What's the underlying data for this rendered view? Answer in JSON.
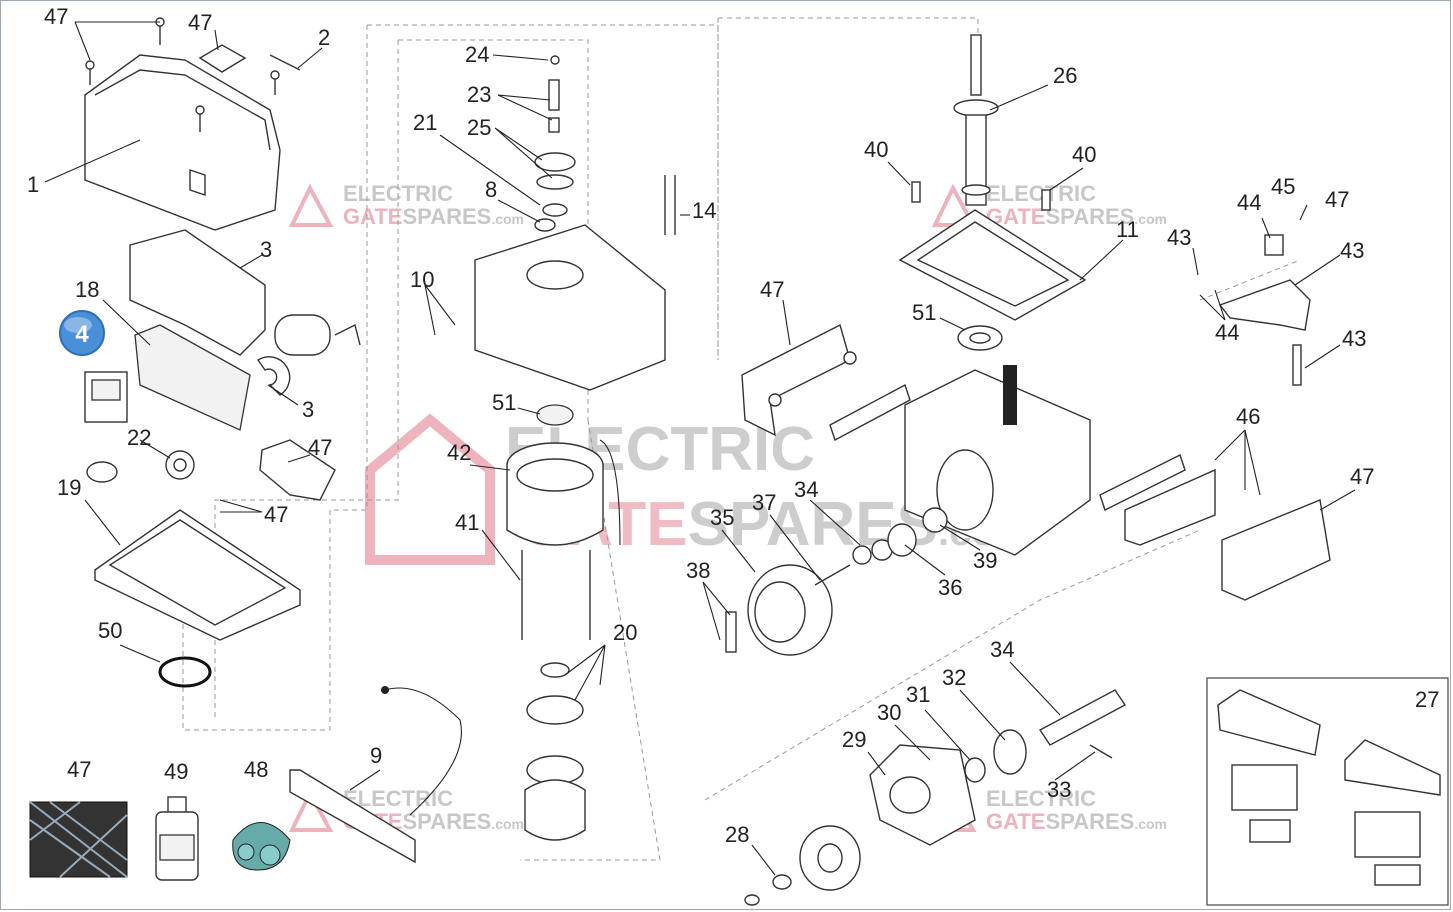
{
  "callouts": [
    "1",
    "2",
    "3",
    "3",
    "4",
    "8",
    "9",
    "10",
    "11",
    "14",
    "18",
    "19",
    "20",
    "21",
    "22",
    "23",
    "24",
    "25",
    "26",
    "27",
    "28",
    "29",
    "30",
    "31",
    "32",
    "33",
    "34",
    "34",
    "35",
    "36",
    "37",
    "38",
    "39",
    "40",
    "40",
    "41",
    "42",
    "43",
    "43",
    "43",
    "44",
    "44",
    "45",
    "46",
    "47",
    "47",
    "47",
    "47",
    "47",
    "47",
    "47",
    "47",
    "48",
    "49",
    "50",
    "51",
    "51"
  ],
  "watermark": {
    "line1": "ELECTRIC",
    "line2_a": "GATE",
    "line2_b": "SPARES",
    "suffix": ".com",
    "color_dark": "#9a9a9a",
    "color_accent": "#e07585"
  },
  "badge": {
    "value": "4",
    "color": "#4a90d9"
  }
}
